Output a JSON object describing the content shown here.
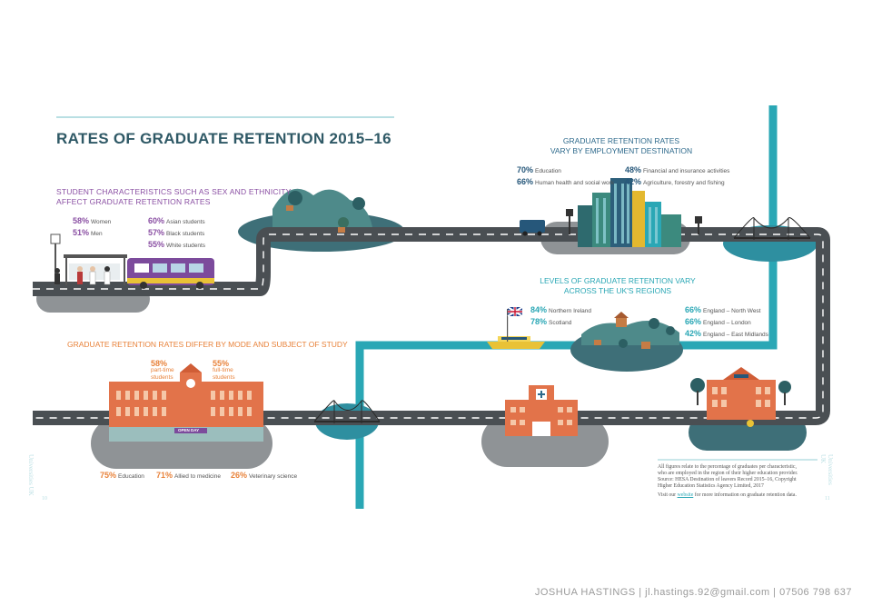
{
  "title": "RATES OF GRADUATE RETENTION 2015–16",
  "sections": {
    "characteristics": {
      "heading_line1": "STUDENT CHARACTERISTICS SUCH AS SEX AND ETHNICITY",
      "heading_line2": "AFFECT GRADUATE RETENTION RATES",
      "stats": [
        {
          "value": "58%",
          "label": "Women"
        },
        {
          "value": "51%",
          "label": "Men"
        },
        {
          "value": "60%",
          "label": "Asian students"
        },
        {
          "value": "57%",
          "label": "Black students"
        },
        {
          "value": "55%",
          "label": "White students"
        }
      ]
    },
    "employment": {
      "heading_line1": "GRADUATE RETENTION RATES",
      "heading_line2": "VARY BY EMPLOYMENT DESTINATION",
      "stats": [
        {
          "value": "70%",
          "label": "Education"
        },
        {
          "value": "66%",
          "label": "Human health and social work"
        },
        {
          "value": "48%",
          "label": "Financial and insurance activities"
        },
        {
          "value": "42%",
          "label": "Agriculture, forestry and fishing"
        }
      ]
    },
    "regions": {
      "heading_line1": "LEVELS OF GRADUATE RETENTION VARY",
      "heading_line2": "ACROSS THE UK'S REGIONS",
      "stats": [
        {
          "value": "84%",
          "label": "Northern Ireland"
        },
        {
          "value": "78%",
          "label": "Scotland"
        },
        {
          "value": "66%",
          "label": "England – North West"
        },
        {
          "value": "66%",
          "label": "England – London"
        },
        {
          "value": "42%",
          "label": "England – East Midlands"
        }
      ]
    },
    "mode_subject": {
      "heading": "GRADUATE RETENTION RATES DIFFER BY MODE AND SUBJECT OF STUDY",
      "mode": [
        {
          "value": "58%",
          "label_line1": "part-time",
          "label_line2": "students"
        },
        {
          "value": "55%",
          "label_line1": "full-time",
          "label_line2": "students"
        }
      ],
      "subjects": [
        {
          "value": "75%",
          "label": "Education"
        },
        {
          "value": "71%",
          "label": "Allied to medicine"
        },
        {
          "value": "26%",
          "label": "Veterinary science"
        }
      ],
      "banner": "OPEN DAY"
    }
  },
  "footnote": {
    "line1": "All figures relate to the percentage of graduates per characteristic,",
    "line2": "who are employed in the region of their higher education provider.",
    "line3": "Source: HESA Destination of leavers Record 2015–16, Copyright",
    "line4": "Higher Education Statistics Agency Limited, 2017",
    "line5_pre": "Visit our ",
    "line5_link": "website",
    "line5_post": " for more information on graduate retention data."
  },
  "margins": {
    "left_vertical": "Universities UK",
    "right_vertical": "Universities UK",
    "left_page": "10",
    "right_page": "11"
  },
  "contact": "JOSHUA HASTINGS  |  jl.hastings.92@gmail.com  |  07506 798 637",
  "colors": {
    "road": "#4a4f53",
    "road_edge": "#5f6569",
    "teal_river": "#2aa7b5",
    "island": "#3e6f78",
    "ground_grey": "#8f9396",
    "purple": "#8a4fa3",
    "orange": "#e8823a",
    "navy": "#26577a"
  }
}
